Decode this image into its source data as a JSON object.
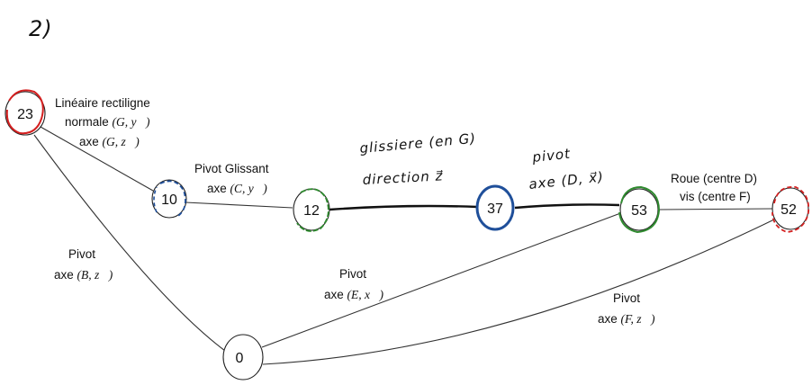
{
  "question_mark": "2)",
  "nodes": {
    "n23": {
      "label": "23",
      "annotation_color": "#d42020"
    },
    "n10": {
      "label": "10",
      "annotation_color": "#1f4f9a"
    },
    "n12": {
      "label": "12",
      "annotation_color": "#2f8a2f"
    },
    "n37": {
      "label": "37",
      "annotation_color": "#1f4f9a"
    },
    "n53": {
      "label": "53",
      "annotation_color": "#2f8a2f"
    },
    "n52": {
      "label": "52",
      "annotation_color": "#d42020"
    },
    "n0": {
      "label": "0"
    }
  },
  "links": {
    "l23_10": {
      "line1": "Linéaire rectiligne",
      "line2a": "normale ",
      "line2b": "(G, y⃗)",
      "line3a": "axe ",
      "line3b": "(G, z⃗)"
    },
    "l10_12": {
      "line1": "Pivot Glissant",
      "line2a": "axe ",
      "line2b": "(C, y⃗)"
    },
    "l23_0": {
      "line1": "Pivot",
      "line2a": "axe ",
      "line2b": "(B, z⃗)"
    },
    "l0_53": {
      "line1": "Pivot",
      "line2a": "axe ",
      "line2b": "(E, x⃗)"
    },
    "l0_52": {
      "line1": "Pivot",
      "line2a": "axe ",
      "line2b": "(F, z⃗)"
    },
    "l53_52": {
      "line1": "Roue (centre D)",
      "line2": "vis (centre F)"
    },
    "l12_37": {
      "line1": "glissiere (en G)",
      "line2": "direction z⃗"
    },
    "l37_53": {
      "line1": "pivot",
      "line2": "axe (D, x⃗)"
    }
  }
}
